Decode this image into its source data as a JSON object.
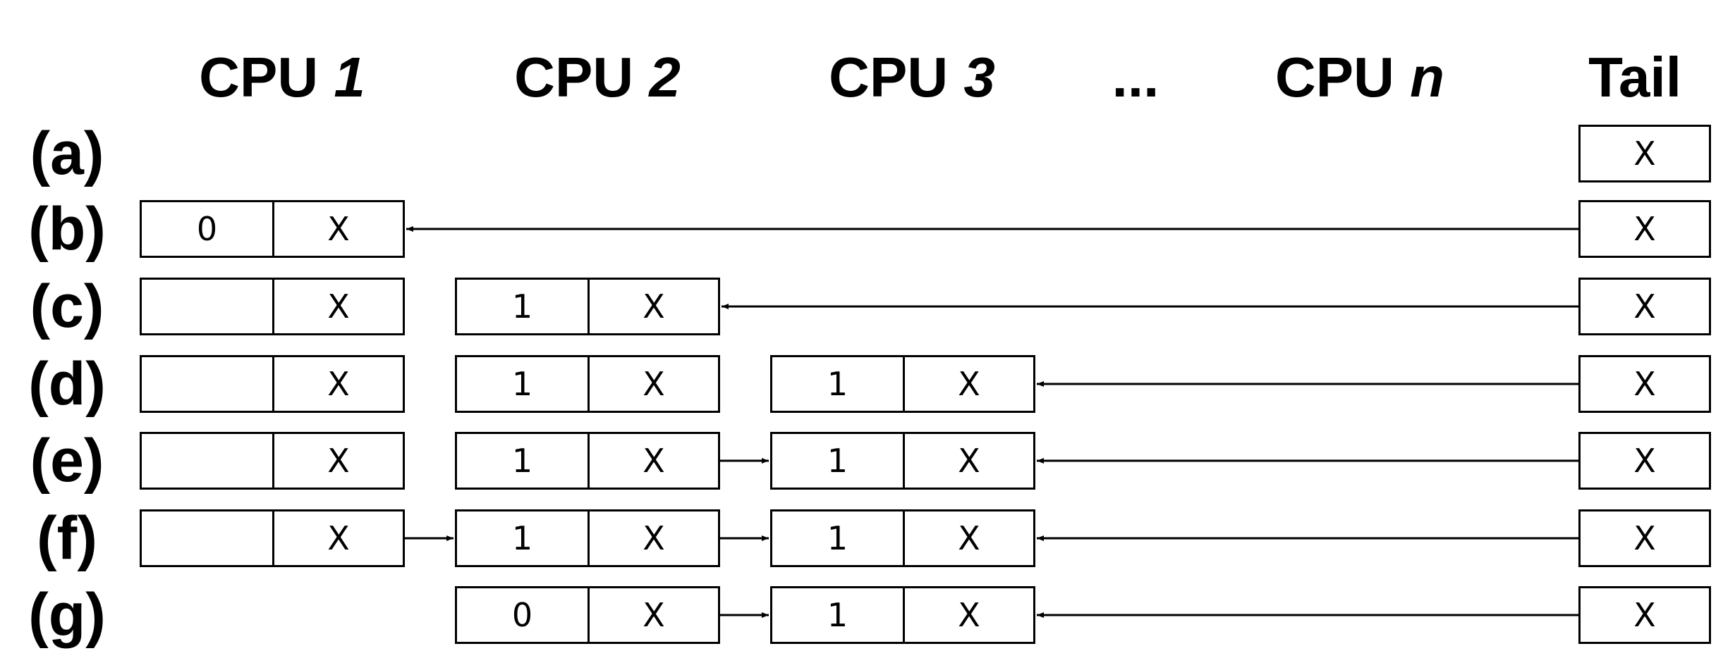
{
  "headers": {
    "cpu1": {
      "prefix": "CPU ",
      "num": "1"
    },
    "cpu2": {
      "prefix": "CPU ",
      "num": "2"
    },
    "cpu3": {
      "prefix": "CPU ",
      "num": "3"
    },
    "ellipsis": "...",
    "cpun": {
      "prefix": "CPU ",
      "num": "n"
    },
    "tail": "Tail"
  },
  "rows": [
    {
      "label": "(a)",
      "tail": "X"
    },
    {
      "label": "(b)",
      "cpu1": [
        "0",
        "X"
      ],
      "tail": "X"
    },
    {
      "label": "(c)",
      "cpu1": [
        "",
        "X"
      ],
      "cpu2": [
        "1",
        "X"
      ],
      "tail": "X"
    },
    {
      "label": "(d)",
      "cpu1": [
        "",
        "X"
      ],
      "cpu2": [
        "1",
        "X"
      ],
      "cpu3": [
        "1",
        "X"
      ],
      "tail": "X"
    },
    {
      "label": "(e)",
      "cpu1": [
        "",
        "X"
      ],
      "cpu2": [
        "1",
        "X"
      ],
      "cpu3": [
        "1",
        "X"
      ],
      "tail": "X"
    },
    {
      "label": "(f)",
      "cpu1": [
        "",
        "X"
      ],
      "cpu2": [
        "1",
        "X"
      ],
      "cpu3": [
        "1",
        "X"
      ],
      "tail": "X"
    },
    {
      "label": "(g)",
      "cpu2": [
        "0",
        "X"
      ],
      "cpu3": [
        "1",
        "X"
      ],
      "tail": "X"
    }
  ],
  "links": [
    {
      "row": 1,
      "from": "tail",
      "to": "cpu1"
    },
    {
      "row": 2,
      "from": "tail",
      "to": "cpu2"
    },
    {
      "row": 3,
      "from": "tail",
      "to": "cpu3"
    },
    {
      "row": 4,
      "from": "cpu2",
      "to": "cpu3"
    },
    {
      "row": 4,
      "from": "tail",
      "to": "cpu3"
    },
    {
      "row": 5,
      "from": "cpu1",
      "to": "cpu2"
    },
    {
      "row": 5,
      "from": "cpu2",
      "to": "cpu3"
    },
    {
      "row": 5,
      "from": "tail",
      "to": "cpu3"
    },
    {
      "row": 6,
      "from": "cpu2",
      "to": "cpu3"
    },
    {
      "row": 6,
      "from": "tail",
      "to": "cpu3"
    }
  ]
}
